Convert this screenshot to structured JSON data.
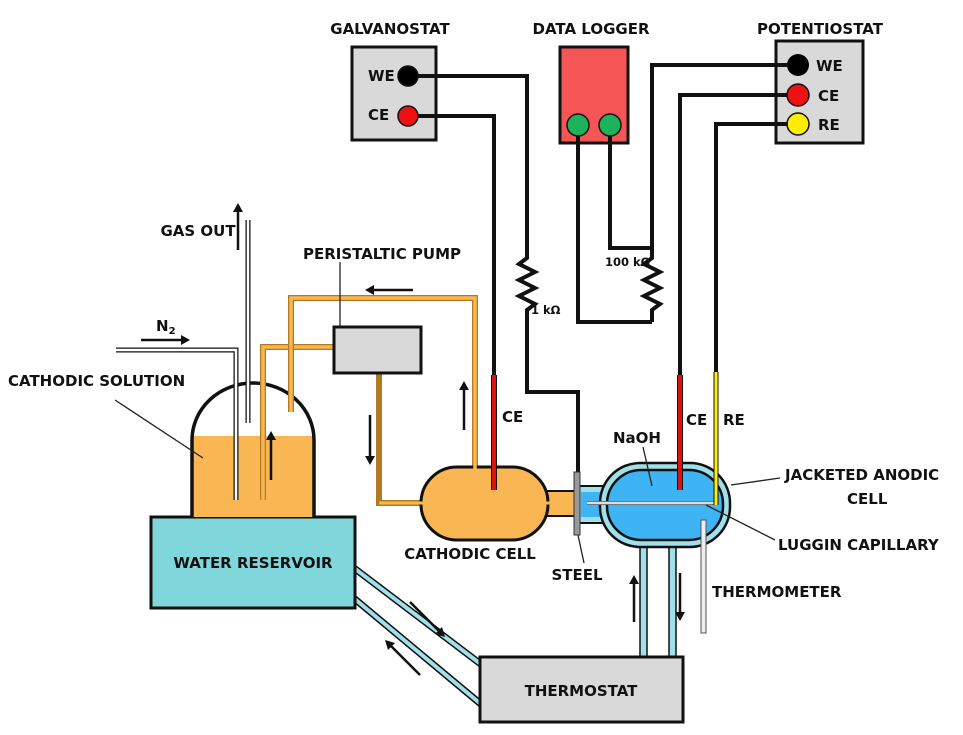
{
  "instruments": {
    "galvanostat": {
      "title": "GALVANOSTAT",
      "we": "WE",
      "ce": "CE"
    },
    "data_logger": {
      "title": "DATA LOGGER"
    },
    "potentiostat": {
      "title": "POTENTIOSTAT",
      "we": "WE",
      "ce": "CE",
      "re": "RE"
    }
  },
  "resistors": {
    "r1": "1 kΩ",
    "r2": "100 kΩ"
  },
  "labels": {
    "gas_out": "GAS OUT",
    "n2": "N",
    "n2_sub": "2",
    "peristaltic_pump": "PERISTALTIC PUMP",
    "cathodic_solution": "CATHODIC SOLUTION",
    "water_reservoir": "WATER RESERVOIR",
    "cathodic_cell": "CATHODIC CELL",
    "steel": "STEEL",
    "ce_cathodic": "CE",
    "naoh": "NaOH",
    "ce_anodic": "CE",
    "re_anodic": "RE",
    "jacketed_anodic_cell_1": "JACKETED ANODIC",
    "jacketed_anodic_cell_2": "CELL",
    "luggin_capillary": "LUGGIN CAPILLARY",
    "thermometer": "THERMOMETER",
    "thermostat": "THERMOSTAT"
  },
  "colors": {
    "cathodic_solution": "#fbb654",
    "naoh": "#3eb4f5",
    "jacket": "#9fe0ea",
    "water": "#7fd6db",
    "instrument": "#d9d9d9",
    "data_logger": "#f55555",
    "we_terminal": "#000000",
    "ce_terminal": "#ee1111",
    "re_terminal": "#ffee00",
    "logger_terminal": "#1cb35a"
  }
}
